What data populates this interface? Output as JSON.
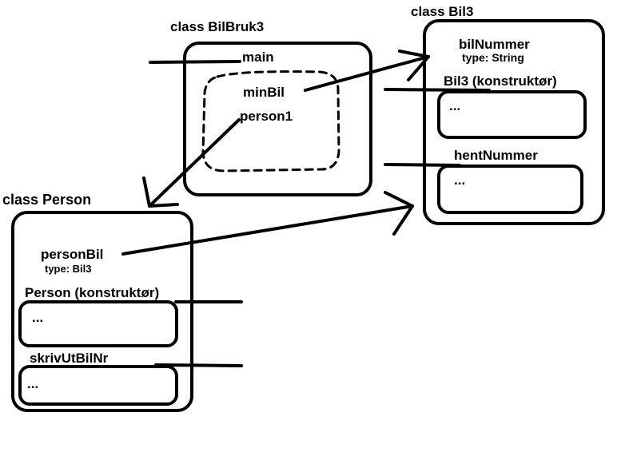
{
  "colors": {
    "stroke": "#000000",
    "background": "#ffffff"
  },
  "bilbruk": {
    "title": "class BilBruk3",
    "main": "main",
    "minBil": "minBil",
    "person1": "person1"
  },
  "bil3": {
    "title": "class Bil3",
    "bilNummer": "bilNummer",
    "bilNummer_type": "type: String",
    "konstruktor": "Bil3 (konstruktør)",
    "konstruktor_body": "...",
    "hentNummer": "hentNummer",
    "hentNummer_body": "..."
  },
  "person": {
    "title": "class Person",
    "personBil": "personBil",
    "personBil_type": "type: Bil3",
    "konstruktor": "Person (konstruktør)",
    "konstruktor_body": "...",
    "skrivUtBilNr": "skrivUtBilNr",
    "skrivUtBilNr_body": "..."
  }
}
